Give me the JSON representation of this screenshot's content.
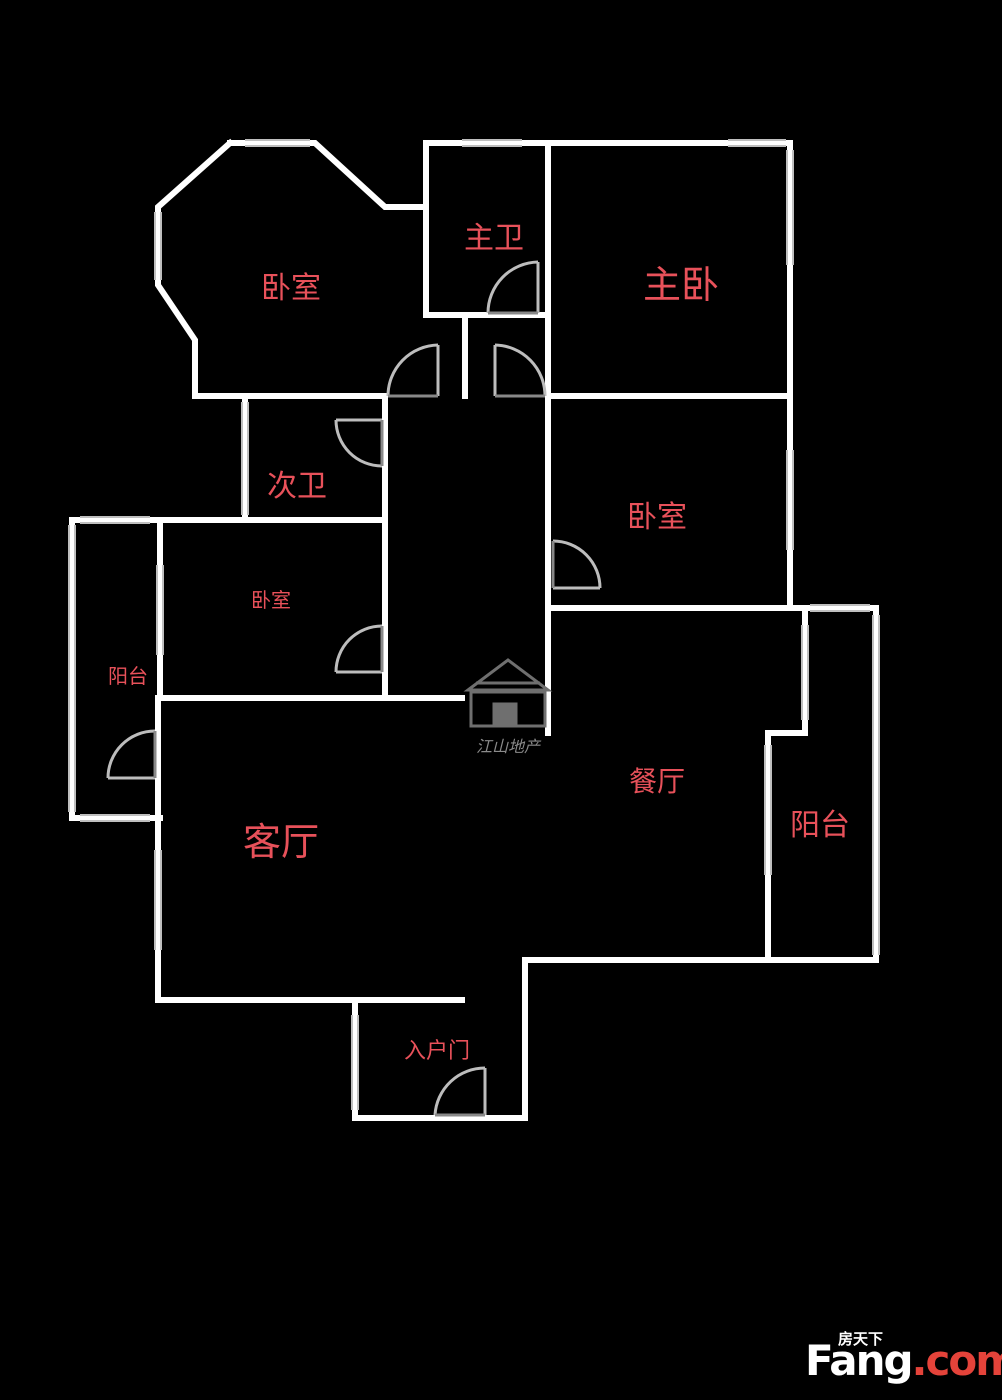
{
  "colors": {
    "background": "#000000",
    "wall": "#ffffff",
    "window": "#bfbfbf",
    "door": "#bdbdbd",
    "label": "#e8515a",
    "watermark": "#8a8a8a"
  },
  "rooms": {
    "bedroom_nw": "卧室",
    "master_bath": "主卫",
    "master_bedroom": "主卧",
    "second_bath": "次卫",
    "bedroom_east": "卧室",
    "bedroom_west": "卧室",
    "balcony_west": "阳台",
    "dining": "餐厅",
    "balcony_east": "阳台",
    "living_room": "客厅",
    "entrance": "入户门"
  },
  "watermark": {
    "agency": "江山地产",
    "site_cn": "房天下",
    "site_en_prefix": "Fang",
    "site_en_suffix": ".com"
  }
}
